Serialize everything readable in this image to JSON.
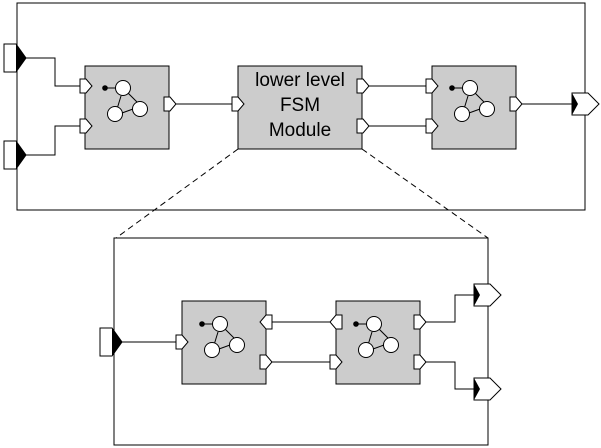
{
  "diagram": {
    "module_label_lines": [
      "lower level",
      "FSM",
      "Module"
    ],
    "colors": {
      "module_fill": "#cccccc",
      "stroke": "#000000",
      "background": "#ffffff"
    },
    "icons": {
      "fsm_glyph": "state-machine-icon",
      "port_glyph": "pentagon-port-icon"
    }
  }
}
